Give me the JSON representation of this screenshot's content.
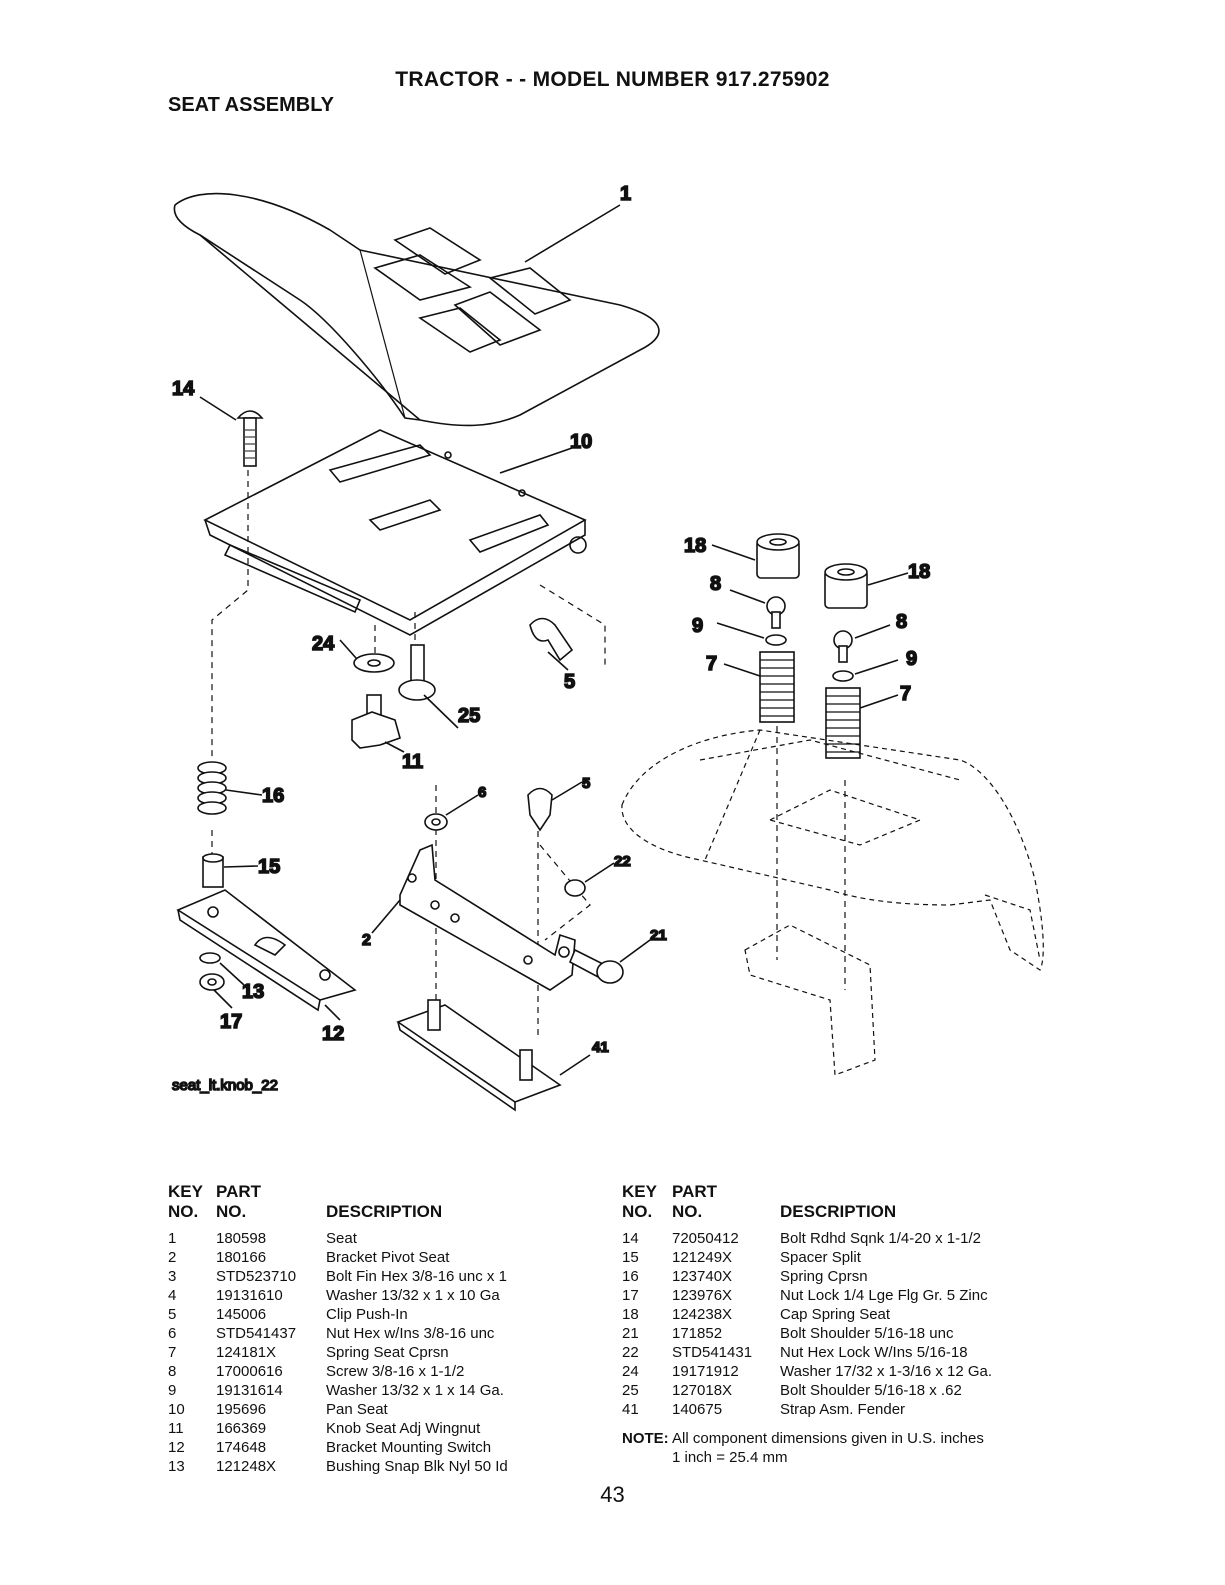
{
  "header": {
    "title": "TRACTOR - - MODEL NUMBER 917.275902",
    "subtitle": "SEAT ASSEMBLY"
  },
  "diagram": {
    "filename": "seat_lt.knob_22",
    "callouts": [
      "1",
      "14",
      "10",
      "18",
      "8",
      "9",
      "7",
      "18",
      "8",
      "9",
      "7",
      "24",
      "25",
      "5",
      "11",
      "16",
      "6",
      "5",
      "15",
      "22",
      "21",
      "2",
      "13",
      "17",
      "12",
      "41"
    ]
  },
  "table_headers": {
    "key1": "KEY",
    "key2": "NO.",
    "part1": "PART",
    "part2": "NO.",
    "desc": "DESCRIPTION"
  },
  "parts_left": [
    {
      "key": "1",
      "part": "180598",
      "desc": "Seat"
    },
    {
      "key": "2",
      "part": "180166",
      "desc": "Bracket Pivot Seat"
    },
    {
      "key": "3",
      "part": "STD523710",
      "desc": "Bolt Fin Hex 3/8-16 unc x 1"
    },
    {
      "key": "4",
      "part": "19131610",
      "desc": "Washer 13/32 x 1 x 10 Ga"
    },
    {
      "key": "5",
      "part": "145006",
      "desc": "Clip Push-In"
    },
    {
      "key": "6",
      "part": "STD541437",
      "desc": "Nut Hex w/Ins 3/8-16 unc"
    },
    {
      "key": "7",
      "part": "124181X",
      "desc": "Spring Seat Cprsn"
    },
    {
      "key": "8",
      "part": "17000616",
      "desc": "Screw 3/8-16 x 1-1/2"
    },
    {
      "key": "9",
      "part": "19131614",
      "desc": "Washer 13/32 x 1 x 14 Ga."
    },
    {
      "key": "10",
      "part": "195696",
      "desc": "Pan Seat"
    },
    {
      "key": "11",
      "part": "166369",
      "desc": "Knob Seat Adj Wingnut"
    },
    {
      "key": "12",
      "part": "174648",
      "desc": "Bracket Mounting Switch"
    },
    {
      "key": "13",
      "part": "121248X",
      "desc": "Bushing Snap Blk Nyl 50 Id"
    }
  ],
  "parts_right": [
    {
      "key": "14",
      "part": "72050412",
      "desc": "Bolt Rdhd Sqnk 1/4-20 x 1-1/2"
    },
    {
      "key": "15",
      "part": "121249X",
      "desc": "Spacer Split"
    },
    {
      "key": "16",
      "part": "123740X",
      "desc": "Spring Cprsn"
    },
    {
      "key": "17",
      "part": "123976X",
      "desc": "Nut Lock 1/4 Lge Flg Gr. 5 Zinc"
    },
    {
      "key": "18",
      "part": "124238X",
      "desc": "Cap Spring Seat"
    },
    {
      "key": "21",
      "part": "171852",
      "desc": "Bolt Shoulder 5/16-18 unc"
    },
    {
      "key": "22",
      "part": "STD541431",
      "desc": "Nut Hex Lock W/Ins 5/16-18"
    },
    {
      "key": "24",
      "part": "19171912",
      "desc": "Washer 17/32 x 1-3/16 x 12 Ga."
    },
    {
      "key": "25",
      "part": "127018X",
      "desc": "Bolt Shoulder 5/16-18 x .62"
    },
    {
      "key": "41",
      "part": "140675",
      "desc": "Strap Asm. Fender"
    }
  ],
  "note": {
    "label": "NOTE:",
    "text": "All component dimensions given in U.S. inches",
    "line2": "1 inch = 25.4 mm"
  },
  "page_number": "43"
}
